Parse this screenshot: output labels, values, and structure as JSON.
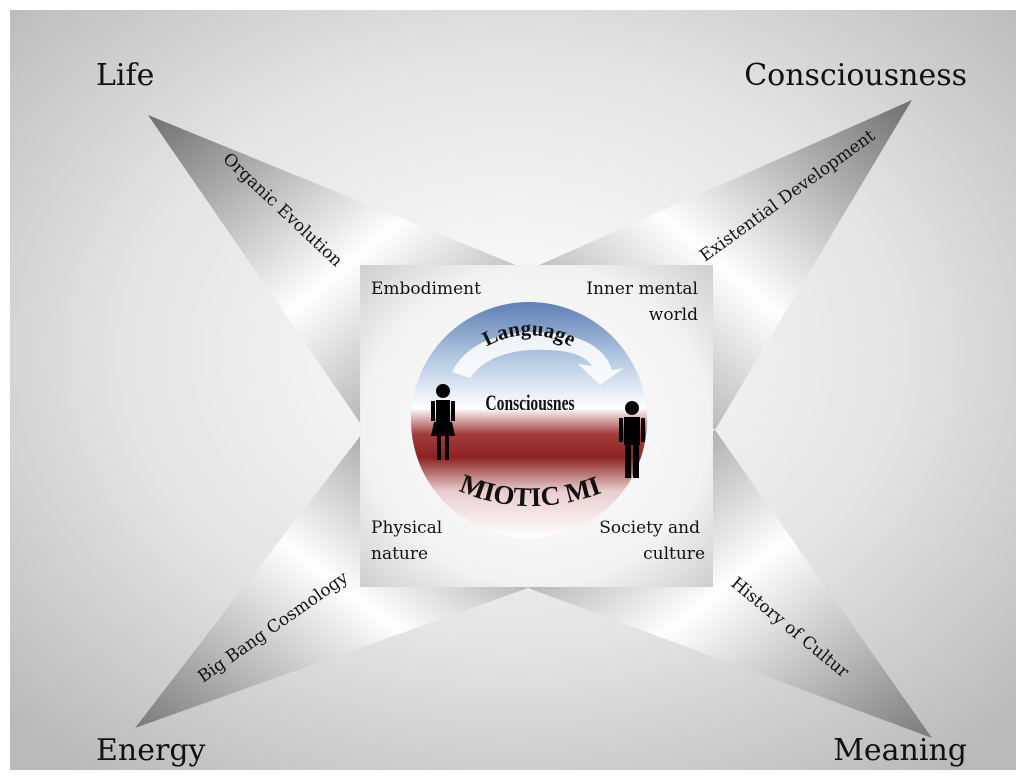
{
  "corners": {
    "top_left": "Life",
    "top_right": "Consciousness",
    "bottom_left": "Energy",
    "bottom_right": "Meaning"
  },
  "arms": {
    "top_left": "Organic Evolution",
    "top_right": "Existential Development",
    "bottom_left": "Big Bang Cosmology",
    "bottom_right": "History of Culture"
  },
  "quadrants": {
    "top_left": "Embodiment",
    "top_right_line1": "Inner mental",
    "top_right_line2": "world",
    "bottom_left_line1": "Physical",
    "bottom_left_line2": "nature",
    "bottom_right_line1": "Society and",
    "bottom_right_line2": "culture"
  },
  "circle": {
    "language": "Language",
    "consciousness": "Consciousnes",
    "semiotic_mind": "SEMIOTIC MIND"
  },
  "icons": {
    "woman": "woman-figure-icon",
    "man": "man-figure-icon",
    "arrow": "curved-arrow-icon"
  },
  "colors": {
    "sky": "#9fb8d8",
    "earth": "#9a2a2a",
    "background": "#d0d0d0"
  }
}
